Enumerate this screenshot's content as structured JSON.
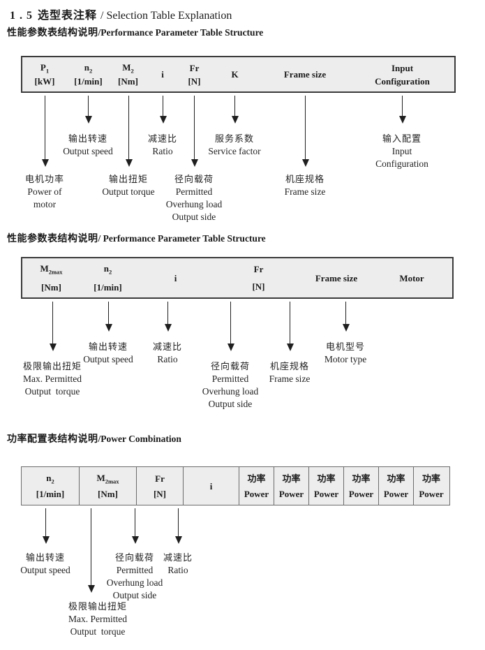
{
  "title": {
    "num": "1 . 5",
    "cn": "选型表注释",
    "en": "/ Selection Table Explanation"
  },
  "s1": {
    "heading_cn": "性能参数表结构说明",
    "heading_en": "/Performance Parameter Table Structure",
    "cols": [
      {
        "l1": "P",
        "sub": "1",
        "l2": "[kW]"
      },
      {
        "l1": "n",
        "sub": "2",
        "l2": "[1/min]"
      },
      {
        "l1": "M",
        "sub": "2",
        "l2": "[Nm]"
      },
      {
        "l1": "i"
      },
      {
        "l1": "Fr",
        "l2": "[N]"
      },
      {
        "l1": "K"
      },
      {
        "l1": "Frame size"
      },
      {
        "l1": "Input",
        "l2": "Configuration"
      }
    ],
    "ann": [
      {
        "lines": [
          "电机功率",
          "Power of",
          "motor"
        ]
      },
      {
        "lines": [
          "输出转速",
          "Output speed"
        ]
      },
      {
        "lines": [
          "输出扭矩",
          "Output torque"
        ]
      },
      {
        "lines": [
          "减速比",
          "Ratio"
        ]
      },
      {
        "lines": [
          "径向载荷",
          "Permitted",
          "Overhung load",
          "Output side"
        ]
      },
      {
        "lines": [
          "服务系数",
          "Service factor"
        ]
      },
      {
        "lines": [
          "机座规格",
          "Frame size"
        ]
      },
      {
        "lines": [
          "输入配置",
          "Input",
          "Configuration"
        ]
      }
    ]
  },
  "s2": {
    "heading_cn": "性能参数表结构说明",
    "heading_en": "/ Performance Parameter Table Structure",
    "cols": [
      {
        "l1": "M",
        "sub": "2max",
        "l2": "[Nm]"
      },
      {
        "l1": "n",
        "sub": "2",
        "l2": "[1/min]"
      },
      {
        "l1": "i"
      },
      {
        "l1": "Fr",
        "l2": "[N]"
      },
      {
        "l1": "Frame size"
      },
      {
        "l1": "Motor"
      }
    ],
    "ann": [
      {
        "lines": [
          "极限输出扭矩",
          "Max. Permitted",
          "Output  torque"
        ]
      },
      {
        "lines": [
          "输出转速",
          "Output speed"
        ]
      },
      {
        "lines": [
          "减速比",
          "Ratio"
        ]
      },
      {
        "lines": [
          "径向载荷",
          "Permitted",
          "Overhung load",
          "Output side"
        ]
      },
      {
        "lines": [
          "机座规格",
          "Frame size"
        ]
      },
      {
        "lines": [
          "电机型号",
          "Motor type"
        ]
      }
    ]
  },
  "s3": {
    "heading_cn": "功率配置表结构说明",
    "heading_en": "/Power Combination",
    "cols": [
      {
        "l1": "n",
        "sub": "2",
        "l2": "[1/min]"
      },
      {
        "l1": "M",
        "sub": "2max",
        "l2": "[Nm]"
      },
      {
        "l1": "Fr",
        "l2": "[N]"
      },
      {
        "l1": "i"
      },
      {
        "l1": "功率",
        "l2": "Power"
      },
      {
        "l1": "功率",
        "l2": "Power"
      },
      {
        "l1": "功率",
        "l2": "Power"
      },
      {
        "l1": "功率",
        "l2": "Power"
      },
      {
        "l1": "功率",
        "l2": "Power"
      },
      {
        "l1": "功率",
        "l2": "Power"
      }
    ],
    "ann": [
      {
        "lines": [
          "输出转速",
          "Output speed"
        ]
      },
      {
        "lines": [
          "极限输出扭矩",
          "Max. Permitted",
          "Output  torque"
        ]
      },
      {
        "lines": [
          "径向载荷",
          "Permitted",
          "Overhung load",
          "Output side"
        ]
      },
      {
        "lines": [
          "减速比",
          "Ratio"
        ]
      }
    ]
  }
}
